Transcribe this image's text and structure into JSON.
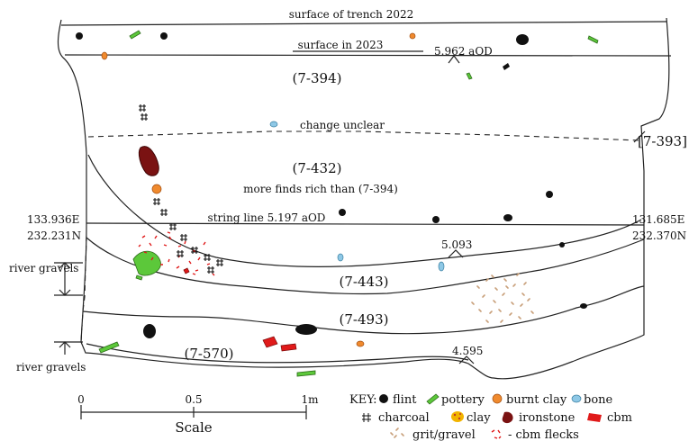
{
  "labels": {
    "surface_2022": "surface of trench 2022",
    "surface_2023": "surface in 2023",
    "aod_top": "5.962 aOD",
    "ctx_394": "(7-394)",
    "change_unclear": "change unclear",
    "ctx_393": "[7-393]",
    "ctx_432": "(7-432)",
    "more_finds": "more finds rich than (7-394)",
    "string_line": "string line 5.197 aOD",
    "coord_left_e": "133.936E",
    "coord_left_n": "232.231N",
    "coord_right_e": "131.685E",
    "coord_right_n": "232.370N",
    "level_5093": "5.093",
    "ctx_443": "(7-443)",
    "ctx_493": "(7-493)",
    "ctx_570": "(7-570)",
    "level_4595": "4.595",
    "river_gravels_1": "river gravels",
    "river_gravels_2": "river gravels"
  },
  "scale": {
    "tick_0": "0",
    "tick_05": "0.5",
    "tick_1": "1m",
    "caption": "Scale"
  },
  "key": {
    "title": "KEY:",
    "flint": "flint",
    "pottery": "pottery",
    "burnt_clay": "burnt clay",
    "bone": "bone",
    "charcoal": "charcoal",
    "clay": "clay",
    "ironstone": "ironstone",
    "cbm": "cbm",
    "grit": "grit/gravel",
    "cbm_flecks": "- cbm flecks"
  },
  "colors": {
    "flint": "#111111",
    "pottery": "#5cc83a",
    "burnt_clay": "#f08a2e",
    "bone": "#8ec8e6",
    "ironstone": "#7a1212",
    "cbm": "#e01a1a",
    "clay": "#f2b400",
    "grit": "#c8a07a"
  }
}
